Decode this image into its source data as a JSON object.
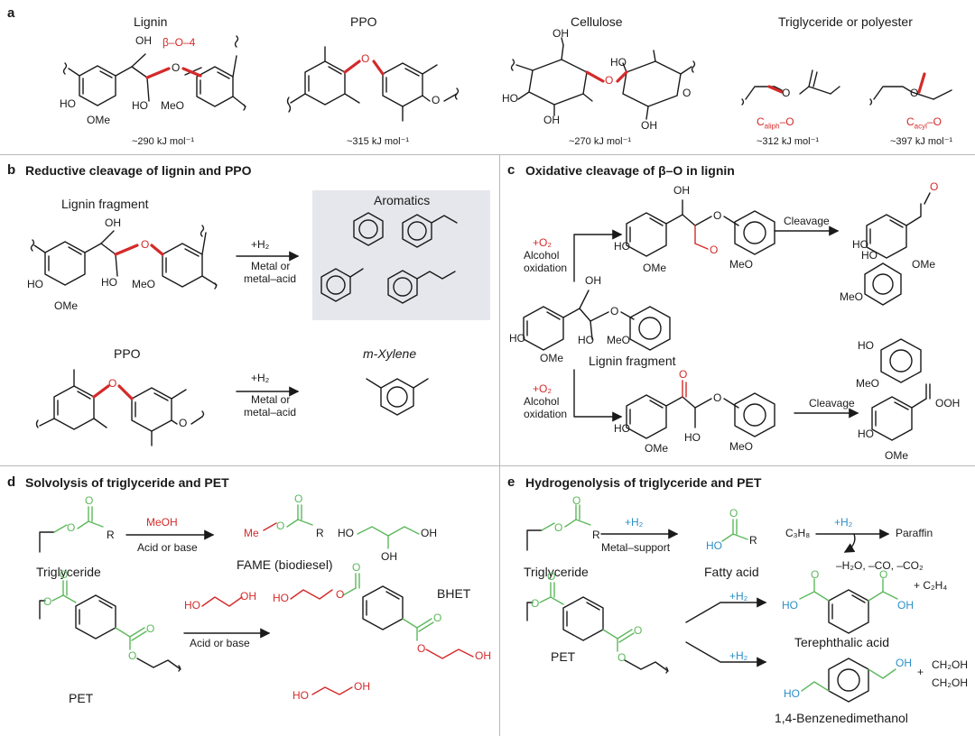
{
  "panel_a": {
    "label": "a",
    "titles": {
      "lignin": "Lignin",
      "ppo": "PPO",
      "cellulose": "Cellulose",
      "trig": "Triglyceride or polyester"
    },
    "beta_o4": "β–O–4",
    "atoms": {
      "oh": "OH",
      "ho": "HO",
      "ome": "OMe",
      "meo": "MeO",
      "o": "O"
    },
    "caliph": "C",
    "caliph_sub": "aliph",
    "cacyl": "C",
    "cacyl_sub": "acyl",
    "o_suffix": "–O",
    "energies": {
      "lignin": "~290 kJ mol⁻¹",
      "ppo": "~315 kJ mol⁻¹",
      "cellulose": "~270 kJ mol⁻¹",
      "caliph": "~312 kJ mol⁻¹",
      "cacyl": "~397 kJ mol⁻¹"
    }
  },
  "panel_b": {
    "label": "b",
    "title": "Reductive cleavage of lignin and PPO",
    "lignin_fragment": "Lignin fragment",
    "aromatics": "Aromatics",
    "reagent": "+H₂",
    "cond_1": "Metal or",
    "cond_2": "metal–acid",
    "ppo": "PPO",
    "xylene": "m-Xylene"
  },
  "panel_c": {
    "label": "c",
    "title": "Oxidative cleavage of β–O in lignin",
    "reagent": "+O₂",
    "cond_1": "Alcohol",
    "cond_2": "oxidation",
    "cleavage": "Cleavage",
    "lignin_fragment": "Lignin fragment"
  },
  "panel_d": {
    "label": "d",
    "title": "Solvolysis of triglyceride and PET",
    "meoh": "MeOH",
    "me": "Me",
    "r": "R",
    "cond": "Acid or base",
    "triglyceride": "Triglyceride",
    "fame": "FAME (biodiesel)",
    "pet": "PET",
    "bhet": "BHET"
  },
  "panel_e": {
    "label": "e",
    "title": "Hydrogenolysis of triglyceride and PET",
    "reagent": "+H₂",
    "cond": "Metal–support",
    "triglyceride": "Triglyceride",
    "fatty_acid": "Fatty acid",
    "c3h8": "C₃H₈",
    "paraffin": "Paraffin",
    "byproducts": "–H₂O, –CO, –CO₂",
    "pet": "PET",
    "terephthalic": "Terephthalic acid",
    "plus_c2h4": "+   C₂H₄",
    "benzenedimethanol": "1,4-Benzenedimethanol",
    "ch2oh": "CH₂OH",
    "plus": "+"
  },
  "colors": {
    "red": "#d42a2a",
    "green": "#5db85d",
    "blue": "#2a8fc8",
    "panel_shade": "#e6e7ec",
    "divider": "#b8b8b8"
  }
}
